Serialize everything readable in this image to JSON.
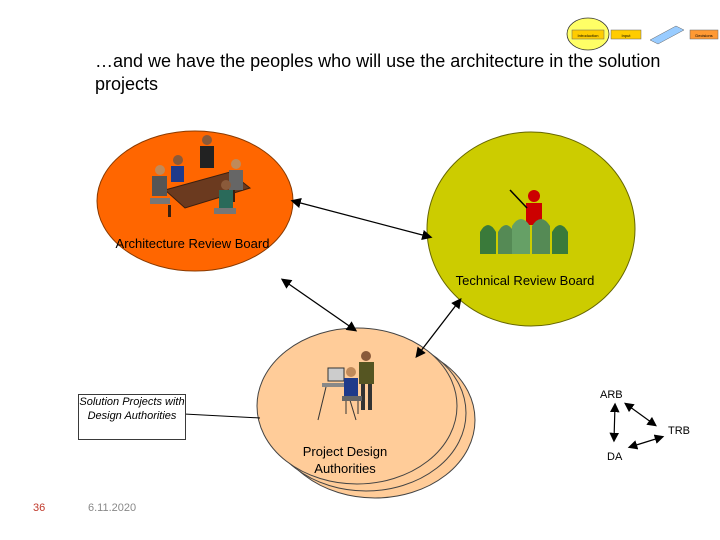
{
  "nav": {
    "items": [
      "Introduction",
      "Input",
      "",
      "Decisions"
    ]
  },
  "slide": {
    "title": "…and we have the peoples who will use the architecture in the solution projects",
    "arb_label": "Architecture Review Board",
    "trb_label": "Technical Review Board",
    "pda_label": "Project Design Authorities",
    "callout": "Solution Projects with Design Authorities",
    "small_arb": "ARB",
    "small_trb": "TRB",
    "small_da": "DA",
    "page_number": "36",
    "date": "6.11.2020"
  },
  "colors": {
    "arb_fill": "#ff6600",
    "trb_fill": "#cccc00",
    "pda_fill": "#ffcc99",
    "accent_red": "#c0392b"
  }
}
